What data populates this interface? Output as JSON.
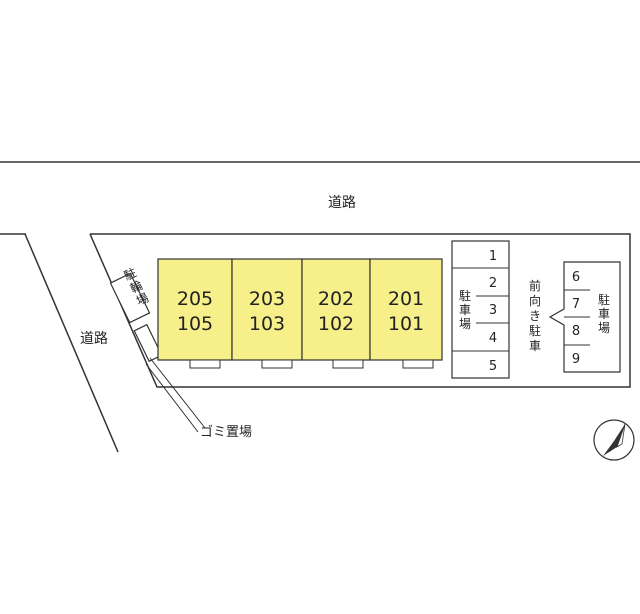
{
  "roads": {
    "top": "道路",
    "left": "道路"
  },
  "bicycle_parking": "駐輪場",
  "garbage_area": "ゴミ置場",
  "units": [
    {
      "upper": "205",
      "lower": "105"
    },
    {
      "upper": "203",
      "lower": "103"
    },
    {
      "upper": "202",
      "lower": "102"
    },
    {
      "upper": "201",
      "lower": "101"
    }
  ],
  "parking_a": {
    "label": "駐車場",
    "slots": [
      "1",
      "2",
      "3",
      "4",
      "5"
    ]
  },
  "forward_parking_note": "前向き駐車",
  "parking_b": {
    "label": "駐車場",
    "slots": [
      "6",
      "7",
      "8",
      "9"
    ]
  },
  "colors": {
    "unit_fill": "#f7f08a",
    "line": "#333333"
  },
  "icons": {
    "compass": "north-arrow-icon"
  }
}
